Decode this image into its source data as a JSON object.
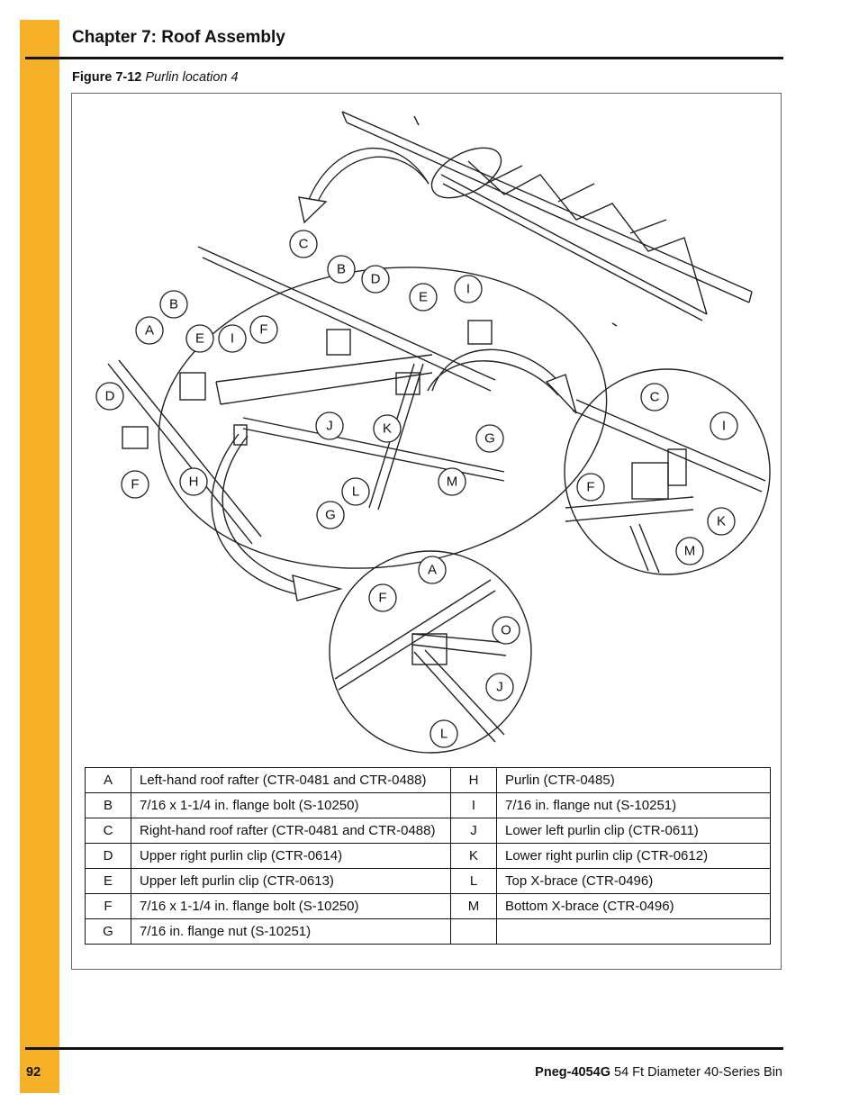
{
  "header": {
    "chapter_title": "Chapter 7: Roof Assembly"
  },
  "figure": {
    "number": "Figure 7-12",
    "title": "Purlin location 4"
  },
  "callouts": {
    "main": [
      "C",
      "B",
      "D",
      "E",
      "I",
      "B",
      "A",
      "E",
      "I",
      "F",
      "D",
      "J",
      "K",
      "G",
      "H",
      "F",
      "L",
      "M",
      "G"
    ],
    "right": [
      "C",
      "I",
      "F",
      "K",
      "M"
    ],
    "bottom": [
      "A",
      "F",
      "O",
      "J",
      "L"
    ]
  },
  "parts_table": [
    {
      "k1": "A",
      "v1": "Left-hand roof rafter (CTR-0481 and CTR-0488)",
      "k2": "H",
      "v2": "Purlin (CTR-0485)"
    },
    {
      "k1": "B",
      "v1": "7/16 x 1-1/4 in. flange bolt (S-10250)",
      "k2": "I",
      "v2": "7/16 in. flange nut (S-10251)"
    },
    {
      "k1": "C",
      "v1": "Right-hand roof rafter (CTR-0481 and CTR-0488)",
      "k2": "J",
      "v2": "Lower left purlin clip (CTR-0611)"
    },
    {
      "k1": "D",
      "v1": "Upper right purlin clip (CTR-0614)",
      "k2": "K",
      "v2": "Lower right purlin clip (CTR-0612)"
    },
    {
      "k1": "E",
      "v1": "Upper left purlin clip (CTR-0613)",
      "k2": "L",
      "v2": "Top X-brace (CTR-0496)"
    },
    {
      "k1": "F",
      "v1": "7/16 x 1-1/4 in. flange bolt (S-10250)",
      "k2": "M",
      "v2": "Bottom X-brace (CTR-0496)"
    },
    {
      "k1": "G",
      "v1": "7/16 in. flange nut (S-10251)",
      "k2": "",
      "v2": ""
    }
  ],
  "footer": {
    "page_number": "92",
    "doc_code": "Pneg-4054G",
    "doc_title": " 54 Ft Diameter 40-Series Bin"
  },
  "colors": {
    "accent": "#f7b129",
    "rule": "#111111"
  }
}
